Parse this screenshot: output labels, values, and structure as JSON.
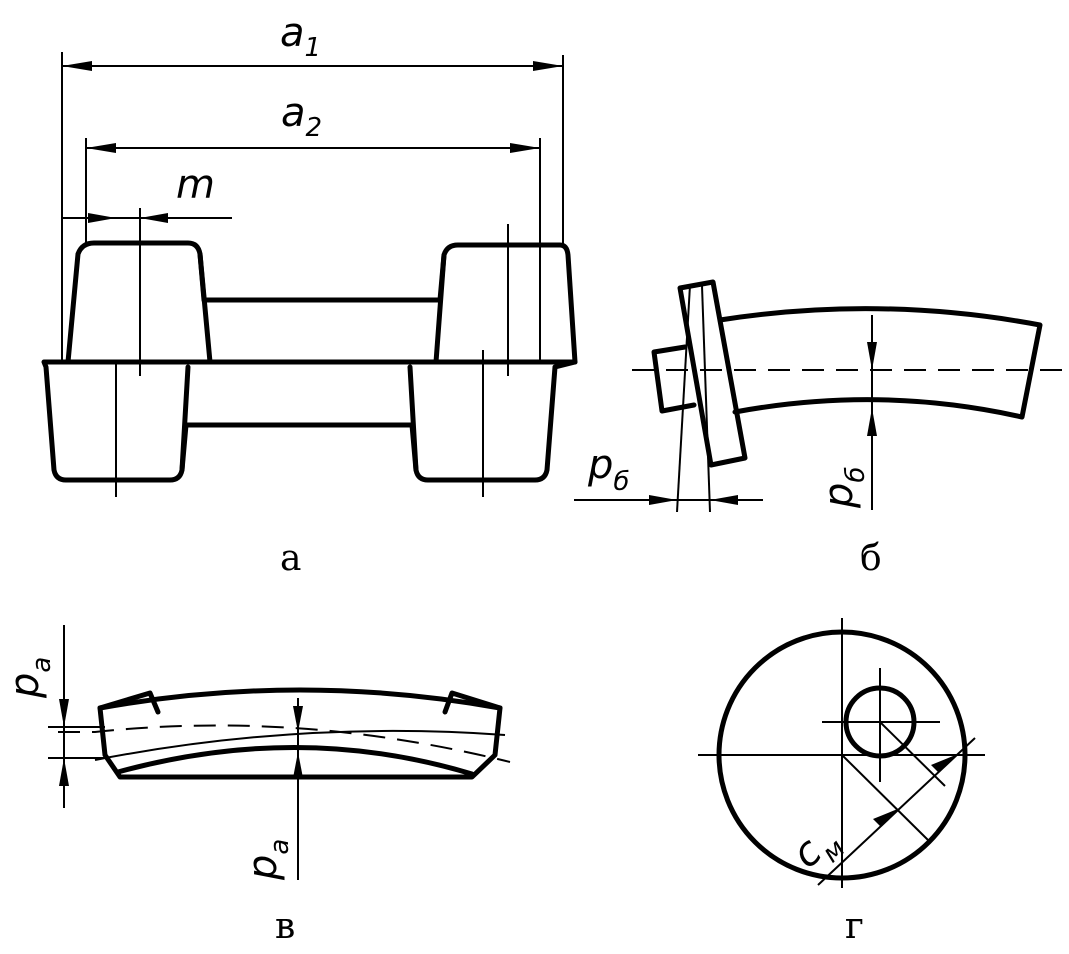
{
  "panels": {
    "a": {
      "caption": "а",
      "labels": {
        "a1_main": "a",
        "a1_sub": "1",
        "a2_main": "a",
        "a2_sub": "2",
        "m": "m"
      }
    },
    "b": {
      "caption": "б",
      "labels": {
        "p_main": "p",
        "p_sub": "б",
        "pv_main": "p",
        "pv_sub": "б"
      }
    },
    "v": {
      "caption": "в",
      "labels": {
        "top_main": "p",
        "top_sub": "a",
        "bot_main": "p",
        "bot_sub": "a"
      }
    },
    "g": {
      "caption": "г",
      "labels": {
        "c_main": "c",
        "c_sub": "м"
      }
    }
  }
}
